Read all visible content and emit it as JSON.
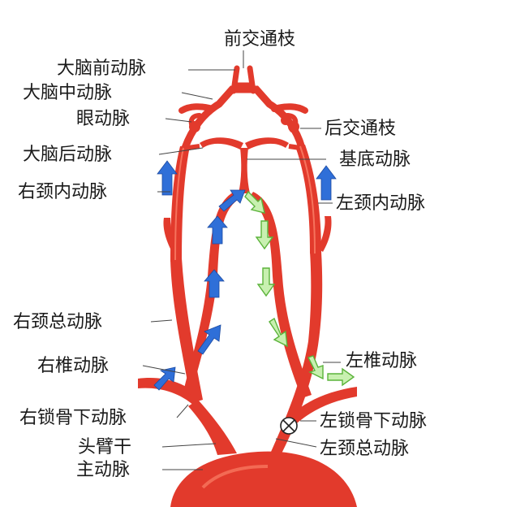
{
  "labels": {
    "anterior_communicating": "前交通枝",
    "anterior_cerebral": "大脑前动脉",
    "middle_cerebral": "大脑中动脉",
    "ophthalmic": "眼动脉",
    "posterior_communicating": "后交通枝",
    "posterior_cerebral": "大脑后动脉",
    "basilar": "基底动脉",
    "right_internal_carotid": "右颈内动脉",
    "left_internal_carotid": "左颈内动脉",
    "right_common_carotid": "右颈总动脉",
    "left_vertebral": "左椎动脉",
    "right_vertebral": "右椎动脉",
    "right_subclavian": "右锁骨下动脉",
    "left_subclavian": "左锁骨下动脉",
    "brachiocephalic": "头臂干",
    "left_common_carotid": "左颈总动脉",
    "aorta": "主动脉"
  },
  "colors": {
    "artery": "#e8362a",
    "artery_highlight": "#ff8a70",
    "normal_flow_arrow": "#2f6fd8",
    "reversed_flow_arrow": "#8fd86a",
    "leader_line": "#444444"
  },
  "icons": {
    "occlusion_marker": "circle-x-icon",
    "flow_arrow": "arrow-icon"
  }
}
